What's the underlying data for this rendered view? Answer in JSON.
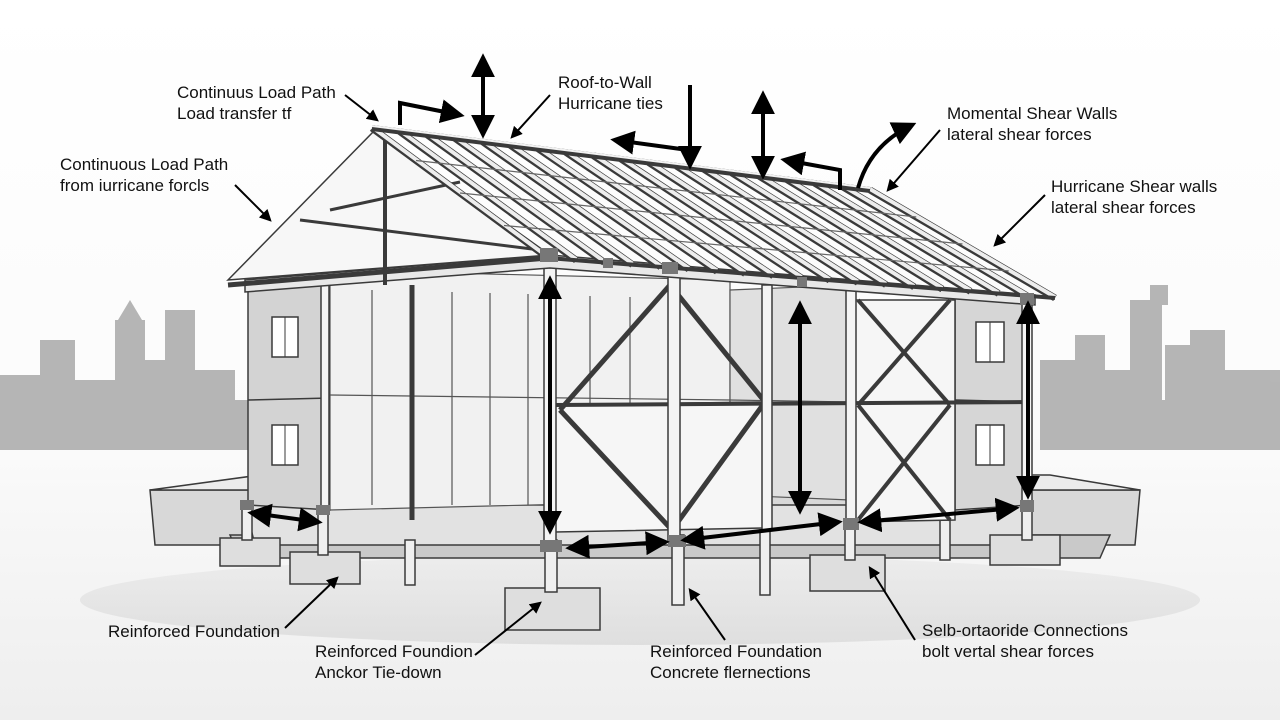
{
  "colors": {
    "skyline": "#a9a9a9",
    "frame_stroke": "#3a3a3a",
    "wall_fill": "#f1f1f1",
    "arrow": "#000000",
    "text": "#111111"
  },
  "labels": {
    "load_path_top": {
      "line1": "Continuus Load Path",
      "line2": "Load transfer tf"
    },
    "load_path_left": {
      "line1": "Continuous Load Path",
      "line2": "from iurricane forcls"
    },
    "roof_to_wall": {
      "line1": "Roof-to-Wall",
      "line2": "Hurricane ties"
    },
    "momental_shear": {
      "line1": "Momental Shear Walls",
      "line2": "lateral shear forces"
    },
    "hurricane_shear": {
      "line1": "Hurricane Shear walls",
      "line2": "lateral shear forces"
    },
    "foundation_left": {
      "line1": "Reinforced Foundation"
    },
    "anchor_tiedown": {
      "line1": "Reinforced Foundion",
      "line2": "Anckor Tie-down"
    },
    "foundation_concrete": {
      "line1": "Reinforced Foundation",
      "line2": "Concrete flernections"
    },
    "bolt_connections": {
      "line1": "Selb-ortaoride Connections",
      "line2": "bolt vertal shear forces"
    }
  },
  "icons": {
    "load_arrow": "double-headed-arrow-icon",
    "pointer_arrow": "pointer-arrow-icon",
    "window": "window-icon"
  }
}
